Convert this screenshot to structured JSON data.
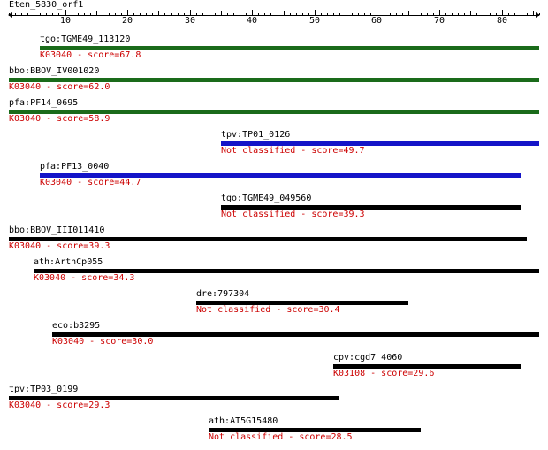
{
  "query": {
    "name": "Eten_5830_orf1"
  },
  "axis": {
    "min": 1,
    "max": 86,
    "major_ticks": [
      10,
      20,
      30,
      40,
      50,
      60,
      70,
      80
    ]
  },
  "colors": {
    "green": "#1a6b1a",
    "blue": "#1414c8",
    "black": "#000000",
    "score_text": "#cc0000"
  },
  "hits": [
    {
      "gene": "tgo:TGME49_113120",
      "annotation": "K03040 - score=67.8",
      "start": 6,
      "end": 86,
      "color": "green"
    },
    {
      "gene": "bbo:BBOV_IV001020",
      "annotation": "K03040 - score=62.0",
      "start": 1,
      "end": 86,
      "color": "green"
    },
    {
      "gene": "pfa:PF14_0695",
      "annotation": "K03040 - score=58.9",
      "start": 1,
      "end": 86,
      "color": "green"
    },
    {
      "gene": "tpv:TP01_0126",
      "annotation": "Not classified - score=49.7",
      "start": 35,
      "end": 86,
      "color": "blue"
    },
    {
      "gene": "pfa:PF13_0040",
      "annotation": "K03040 - score=44.7",
      "start": 6,
      "end": 83,
      "color": "blue"
    },
    {
      "gene": "tgo:TGME49_049560",
      "annotation": "Not classified - score=39.3",
      "start": 35,
      "end": 83,
      "color": "black"
    },
    {
      "gene": "bbo:BBOV_III011410",
      "annotation": "K03040 - score=39.3",
      "start": 1,
      "end": 84,
      "color": "black"
    },
    {
      "gene": "ath:ArthCp055",
      "annotation": "K03040 - score=34.3",
      "start": 5,
      "end": 86,
      "color": "black"
    },
    {
      "gene": "dre:797304",
      "annotation": "Not classified - score=30.4",
      "start": 31,
      "end": 65,
      "color": "black"
    },
    {
      "gene": "eco:b3295",
      "annotation": "K03040 - score=30.0",
      "start": 8,
      "end": 86,
      "color": "black"
    },
    {
      "gene": "cpv:cgd7_4060",
      "annotation": "K03108 - score=29.6",
      "start": 53,
      "end": 83,
      "color": "black"
    },
    {
      "gene": "tpv:TP03_0199",
      "annotation": "K03040 - score=29.3",
      "start": 1,
      "end": 54,
      "color": "black"
    },
    {
      "gene": "ath:AT5G15480",
      "annotation": "Not classified - score=28.5",
      "start": 33,
      "end": 67,
      "color": "black"
    }
  ]
}
